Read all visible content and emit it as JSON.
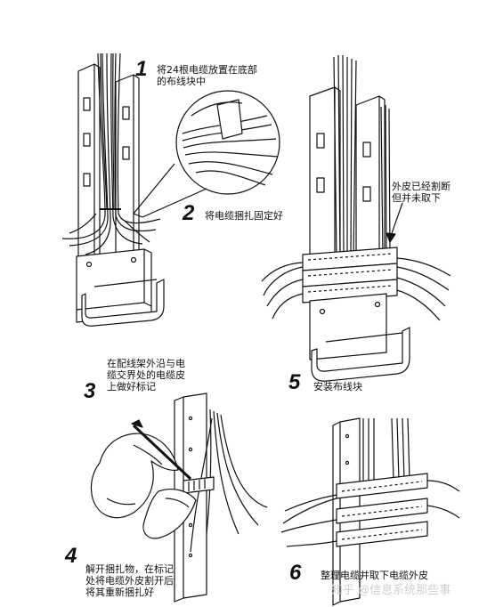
{
  "steps": [
    {
      "number": "1",
      "text": "将24根电缆放置在底部\n的布线块中"
    },
    {
      "number": "2",
      "text": "将电缆捆扎固定好"
    },
    {
      "number": "3",
      "text": "在配线架外沿与电\n缆交界处的电缆皮\n上做好标记"
    },
    {
      "number": "4",
      "text": "解开捆扎物，在标记\n处将电缆外皮割开后\n将其重新捆扎好"
    },
    {
      "number": "5",
      "text": "安装布线块"
    },
    {
      "number": "6",
      "text": "整理电缆并取下电缆外皮"
    }
  ],
  "callout": "外皮已经割断\n但并未取下",
  "watermark": "知乎 @信息系统那些事"
}
